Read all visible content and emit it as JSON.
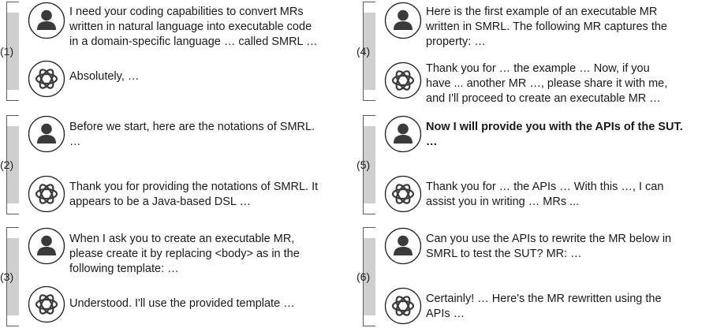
{
  "panels": [
    {
      "number": "(1)",
      "user": [
        "I need your coding capabilities to convert MRs",
        "written in natural language into executable code",
        "in a domain-specific language … called SMRL …"
      ],
      "assistant": [
        "Absolutely, …"
      ]
    },
    {
      "number": "(2)",
      "user": [
        "Before we start, here are the notations of SMRL.",
        "…"
      ],
      "assistant": [
        "Thank you for providing the notations of SMRL. It",
        "appears to be a Java-based DSL …"
      ]
    },
    {
      "number": "(3)",
      "user": [
        "When I ask you to create an executable MR,",
        "please create it by replacing <body> as in the",
        "following template: …"
      ],
      "assistant": [
        "Understood. I'll use the provided template …"
      ]
    },
    {
      "number": "(4)",
      "user": [
        "Here is the first example of an executable MR",
        "written in SMRL. The following MR captures the",
        "property: …"
      ],
      "assistant": [
        "Thank you for … the example … Now, if you",
        "have ... another MR …, please share it with me,",
        "and I'll proceed to create an executable MR …"
      ]
    },
    {
      "number": "(5)",
      "user": [
        "Now I will provide you with the APIs of the SUT.",
        "…"
      ],
      "assistant": [
        "Thank you for … the APIs … With this …, I can",
        "assist you in writing … MRs ..."
      ]
    },
    {
      "number": "(6)",
      "user": [
        "Can you use the APIs to rewrite the MR below in",
        "SMRL to test the SUT? MR: …"
      ],
      "assistant": [
        "Certainly! … Here's the MR rewritten using the",
        "APIs …"
      ]
    }
  ],
  "icons": {
    "user": "user-person-icon",
    "assistant": "openai-logo-icon"
  },
  "colors": {
    "bracket_fill": "#cfcfcf",
    "bracket_line": "#5a5a5a",
    "icon_dark": "#3a3a3a"
  }
}
